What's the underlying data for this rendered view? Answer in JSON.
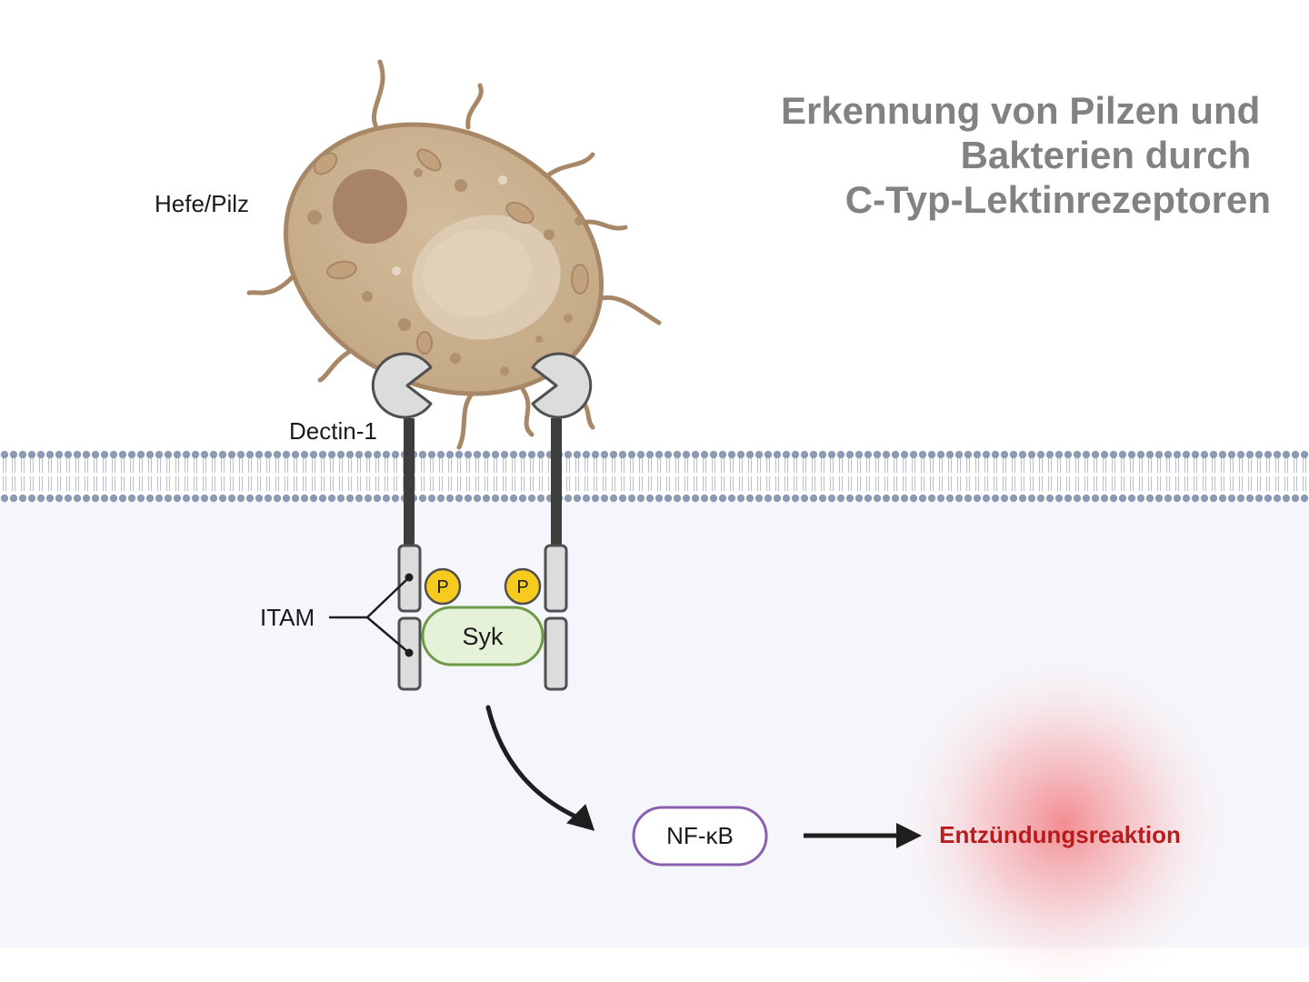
{
  "title": {
    "lines": [
      "Erkennung von Pilzen und",
      "Bakterien durch",
      "C-Typ-Lektinrezeptoren"
    ]
  },
  "labels": {
    "yeast": "Hefe/Pilz",
    "receptor": "Dectin-1",
    "itam": "ITAM",
    "phospho_left": "P",
    "phospho_right": "P",
    "kinase": "Syk",
    "transcription_factor": "NF-κB",
    "outcome": "Entzündungsreaktion"
  },
  "colors": {
    "title": "#828282",
    "yeast_body": "#c9b190",
    "yeast_outline": "#a88766",
    "yeast_nucleus": "#a9826a",
    "yeast_vacuole": "#dccbb2",
    "receptor_head": "#dcdcdc",
    "receptor_stalk": "#3d3d3d",
    "membrane_head": "#8d9ab3",
    "cytoplasm": "#f4f6fb",
    "phosphate": "#f7cb1d",
    "syk_fill": "#e6f2d8",
    "syk_stroke": "#6e9a48",
    "nfkb_stroke": "#8a5fb0",
    "outcome_text": "#b81c1c",
    "outcome_glow": "#f2868b"
  }
}
